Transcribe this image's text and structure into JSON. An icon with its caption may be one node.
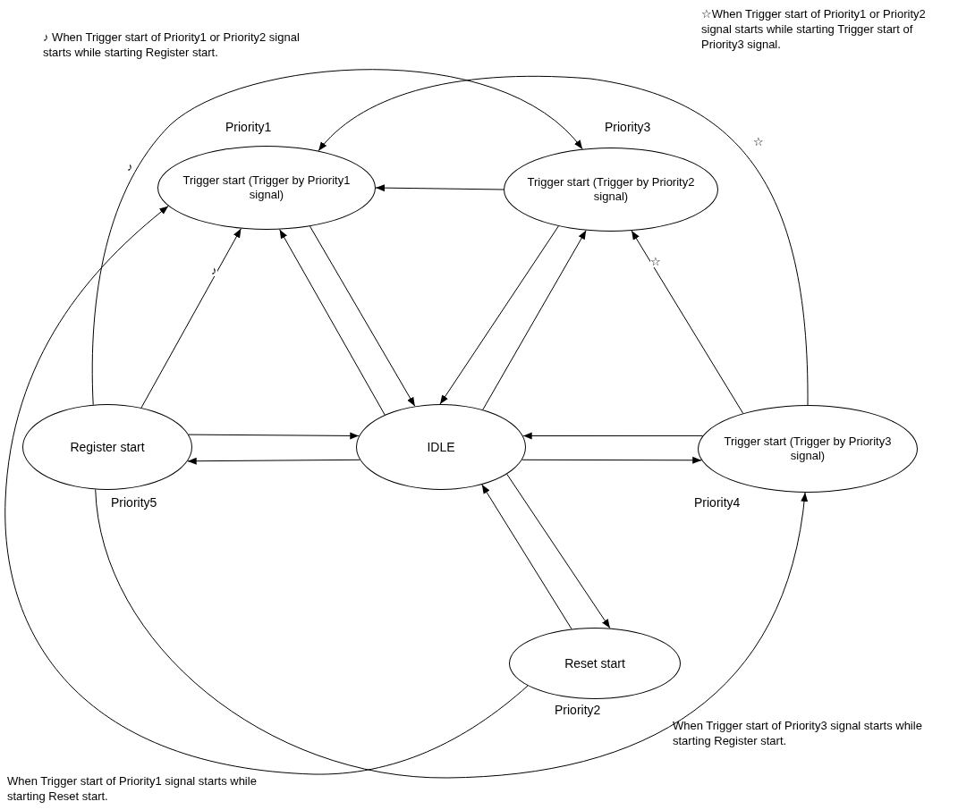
{
  "diagram": {
    "nodes": [
      {
        "text": [
          "Trigger start (Trigger by Priority1 signal)"
        ],
        "beside": [
          "Priority1"
        ]
      },
      {
        "text": [
          "Trigger start (Trigger by Priority2 signal)"
        ],
        "beside": [
          "Priority3"
        ]
      },
      {
        "text": [
          "Register start"
        ],
        "beside": [
          "Priority5"
        ]
      },
      {
        "text": [
          "IDLE"
        ]
      },
      {
        "text": [
          "Trigger start (Trigger by Priority3 signal)"
        ],
        "beside": [
          "Priority4"
        ]
      },
      {
        "text": [
          "Reset start"
        ],
        "beside": [
          "Priority2"
        ]
      }
    ],
    "edges": [
      {
        "from": 1,
        "to": 0,
        "arrow": "to"
      },
      {
        "from": 0,
        "to": 3,
        "arrow": "to"
      },
      {
        "from": 3,
        "to": 0,
        "arrow": "to"
      },
      {
        "from": 1,
        "to": 3,
        "arrow": "to"
      },
      {
        "from": 3,
        "to": 1,
        "arrow": "to"
      },
      {
        "from": 2,
        "to": 0,
        "arrow": "to",
        "label": "♪"
      },
      {
        "from": 4,
        "to": 1,
        "arrow": "to",
        "label": "☆"
      },
      {
        "from": 2,
        "to": 3,
        "arrow": "to"
      },
      {
        "from": 3,
        "to": 2,
        "arrow": "to"
      },
      {
        "from": 4,
        "to": 3,
        "arrow": "to"
      },
      {
        "from": 3,
        "to": 4,
        "arrow": "to"
      },
      {
        "from": 3,
        "to": 5,
        "arrow": "to"
      },
      {
        "from": 5,
        "to": 3,
        "arrow": "to"
      },
      {
        "from": 2,
        "to": 1,
        "arrow": "to",
        "label": "♪"
      },
      {
        "from": 4,
        "to": 0,
        "arrow": "to",
        "label": "☆"
      },
      {
        "from": 5,
        "to": 0,
        "arrow": "to"
      },
      {
        "from": 2,
        "to": 4,
        "arrow": "to"
      }
    ],
    "labels": [
      "♪ When Trigger start of Priority1 or Priority2 signal starts while starting Register start.",
      "☆When Trigger start of Priority1 or Priority2 signal starts while starting Trigger start of Priority3 signal.",
      "When Trigger start of Priority3 signal starts while starting Register start.",
      "When Trigger start of Priority1 signal starts while starting Reset start."
    ]
  }
}
